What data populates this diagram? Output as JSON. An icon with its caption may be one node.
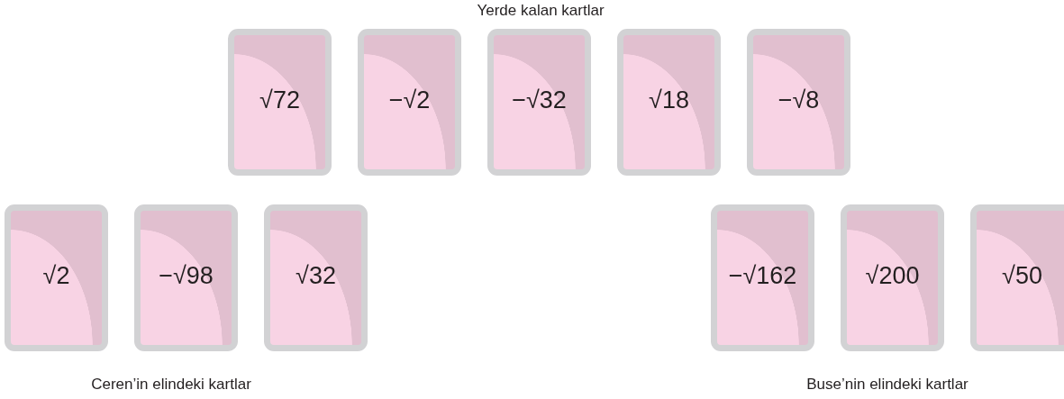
{
  "diagram": {
    "nodes": [
      {
        "text": [
          "√72"
        ]
      },
      {
        "text": [
          "−√2"
        ]
      },
      {
        "text": [
          "−√32"
        ]
      },
      {
        "text": [
          "√18"
        ]
      },
      {
        "text": [
          "−√8"
        ]
      },
      {
        "text": [
          "√2"
        ]
      },
      {
        "text": [
          "−√98"
        ]
      },
      {
        "text": [
          "√32"
        ]
      },
      {
        "text": [
          "−√162"
        ]
      },
      {
        "text": [
          "√200"
        ]
      },
      {
        "text": [
          "√50"
        ]
      }
    ],
    "labels": [
      "Yerde kalan kartlar",
      "Ceren’in elindeki kartlar",
      "Buse’nin elindeki kartlar"
    ]
  }
}
